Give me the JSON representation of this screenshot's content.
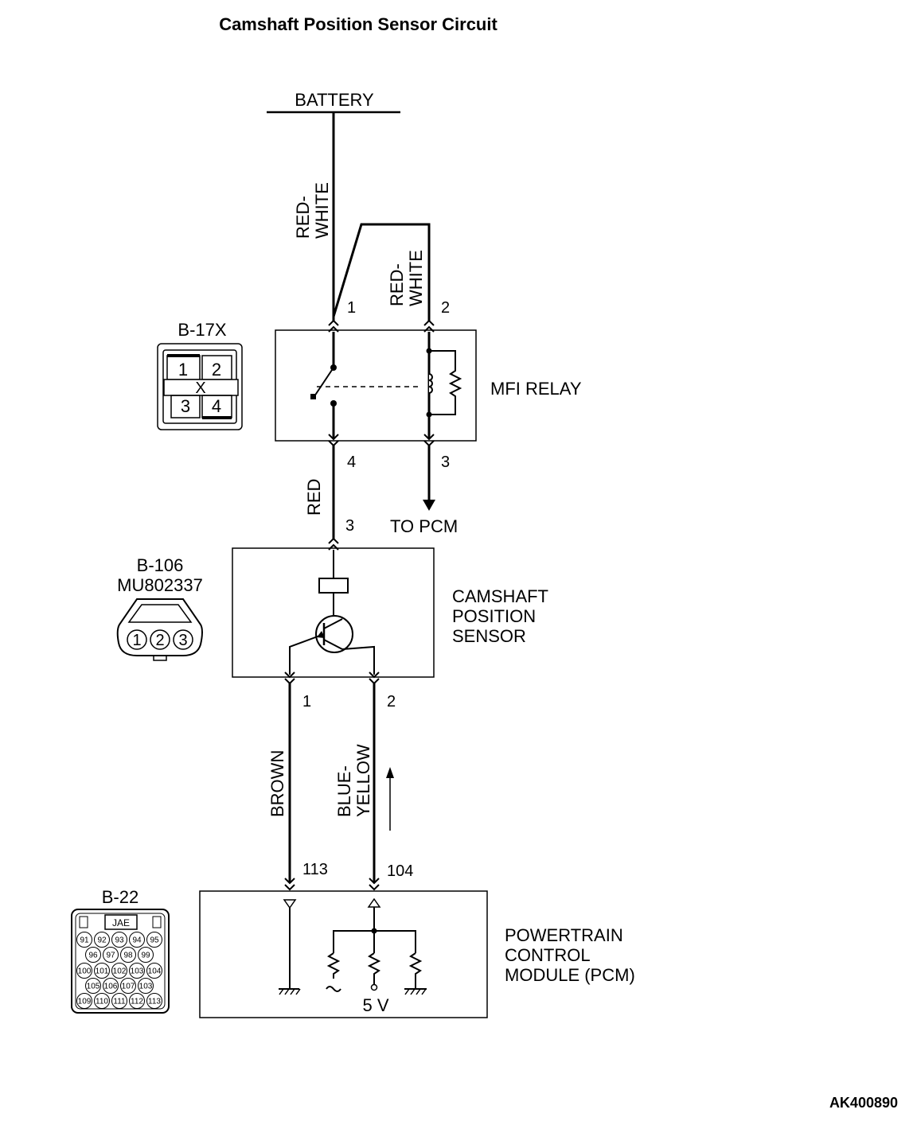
{
  "title": "Camshaft Position Sensor Circuit",
  "battery_label": "BATTERY",
  "mfi_relay": {
    "label": "MFI RELAY",
    "connector": "B-17X",
    "pins": [
      "1",
      "2",
      "4",
      "3"
    ],
    "connector_cells": [
      "1",
      "2",
      "3",
      "4"
    ],
    "connector_center": "X"
  },
  "wires": {
    "battery_to_relay1": "RED-\nWHITE",
    "battery_to_relay2": "RED-\nWHITE",
    "relay_to_sensor": "RED",
    "sensor_to_pcm_1": "BROWN",
    "sensor_to_pcm_2": "BLUE-\nYELLOW"
  },
  "to_pcm": "TO PCM",
  "sensor": {
    "label": [
      "CAMSHAFT",
      "POSITION",
      "SENSOR"
    ],
    "connector": "B-106",
    "part_no": "MU802337",
    "pins": [
      "3",
      "1",
      "2"
    ],
    "connector_cells": [
      "1",
      "2",
      "3"
    ]
  },
  "pcm": {
    "label": [
      "POWERTRAIN",
      "CONTROL",
      "MODULE (PCM)"
    ],
    "connector": "B-22",
    "maker": "JAE",
    "pins": [
      "113",
      "104"
    ],
    "voltage": "5 V",
    "connector_rows": [
      [
        "91",
        "92",
        "93",
        "94",
        "95"
      ],
      [
        "96",
        "97",
        "98",
        "99"
      ],
      [
        "100",
        "101",
        "102",
        "103",
        "104"
      ],
      [
        "105",
        "106",
        "107",
        "103"
      ],
      [
        "109",
        "110",
        "111",
        "112",
        "113"
      ]
    ]
  },
  "figure_code": "AK400890"
}
